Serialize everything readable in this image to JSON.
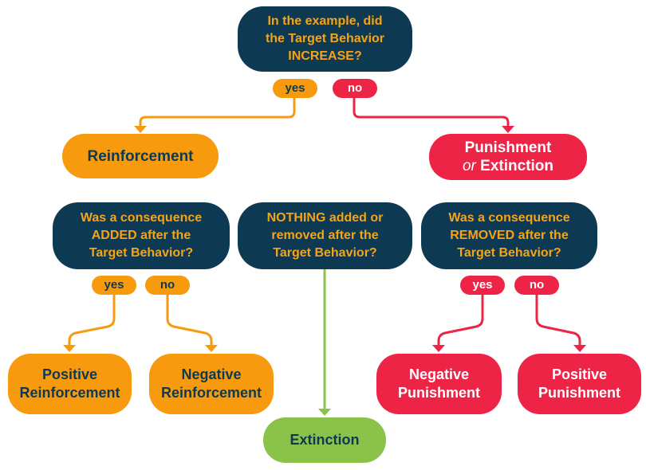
{
  "colors": {
    "question_bg": "#0d3a52",
    "question_text": "#f6a317",
    "orange": "#f89a0e",
    "red": "#ee2447",
    "green": "#8bc34a",
    "dark_text": "#0d3a52"
  },
  "top_question": {
    "line1": "In the example, did",
    "line2": "the Target Behavior",
    "line3": "INCREASE?",
    "yes": "yes",
    "no": "no"
  },
  "reinforcement": "Reinforcement",
  "punishment": {
    "line1": "Punishment",
    "or": "or",
    "extinction": "Extinction"
  },
  "added_question": {
    "line1": "Was a consequence",
    "line2": "ADDED after the",
    "line3": "Target Behavior?",
    "yes": "yes",
    "no": "no"
  },
  "nothing_question": {
    "line1": "NOTHING added or",
    "line2": "removed after the",
    "line3": "Target Behavior?"
  },
  "removed_question": {
    "line1": "Was a consequence",
    "line2": "REMOVED after the",
    "line3": "Target Behavior?",
    "yes": "yes",
    "no": "no"
  },
  "positive_reinforcement": {
    "line1": "Positive",
    "line2": "Reinforcement"
  },
  "negative_reinforcement": {
    "line1": "Negative",
    "line2": "Reinforcement"
  },
  "extinction": "Extinction",
  "negative_punishment": {
    "line1": "Negative",
    "line2": "Punishment"
  },
  "positive_punishment": {
    "line1": "Positive",
    "line2": "Punishment"
  }
}
